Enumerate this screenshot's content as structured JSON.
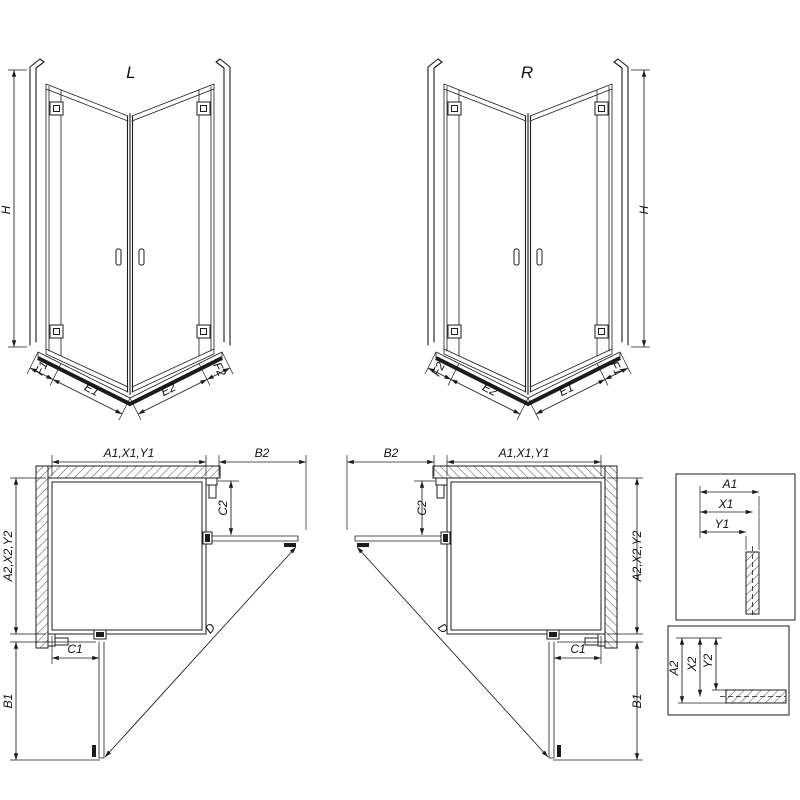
{
  "diagram": {
    "iso_left": {
      "view_label": "L",
      "h": "H",
      "f1": "F1",
      "e1": "E1",
      "e2": "E2",
      "f2": "F2"
    },
    "iso_right": {
      "view_label": "R",
      "h": "H",
      "f1": "F1",
      "e1": "E1",
      "e2": "E2",
      "f2": "F2"
    },
    "plan_left": {
      "width_top": "A1,X1,Y1",
      "door_top": "B2",
      "offset_top": "C2",
      "depth_side": "A2,X2,Y2",
      "offset_bottom": "C1",
      "door_side": "B1",
      "diagonal": "D"
    },
    "plan_right": {
      "width_top": "A1,X1,Y1",
      "door_top": "B2",
      "offset_top": "C2",
      "depth_side": "A2,X2,Y2",
      "offset_bottom": "C1",
      "door_side": "B1",
      "diagonal": "D"
    },
    "detail_top": {
      "a1": "A1",
      "x1": "X1",
      "y1": "Y1"
    },
    "detail_bottom": {
      "a2": "A2",
      "x2": "X2",
      "y2": "Y2"
    }
  }
}
